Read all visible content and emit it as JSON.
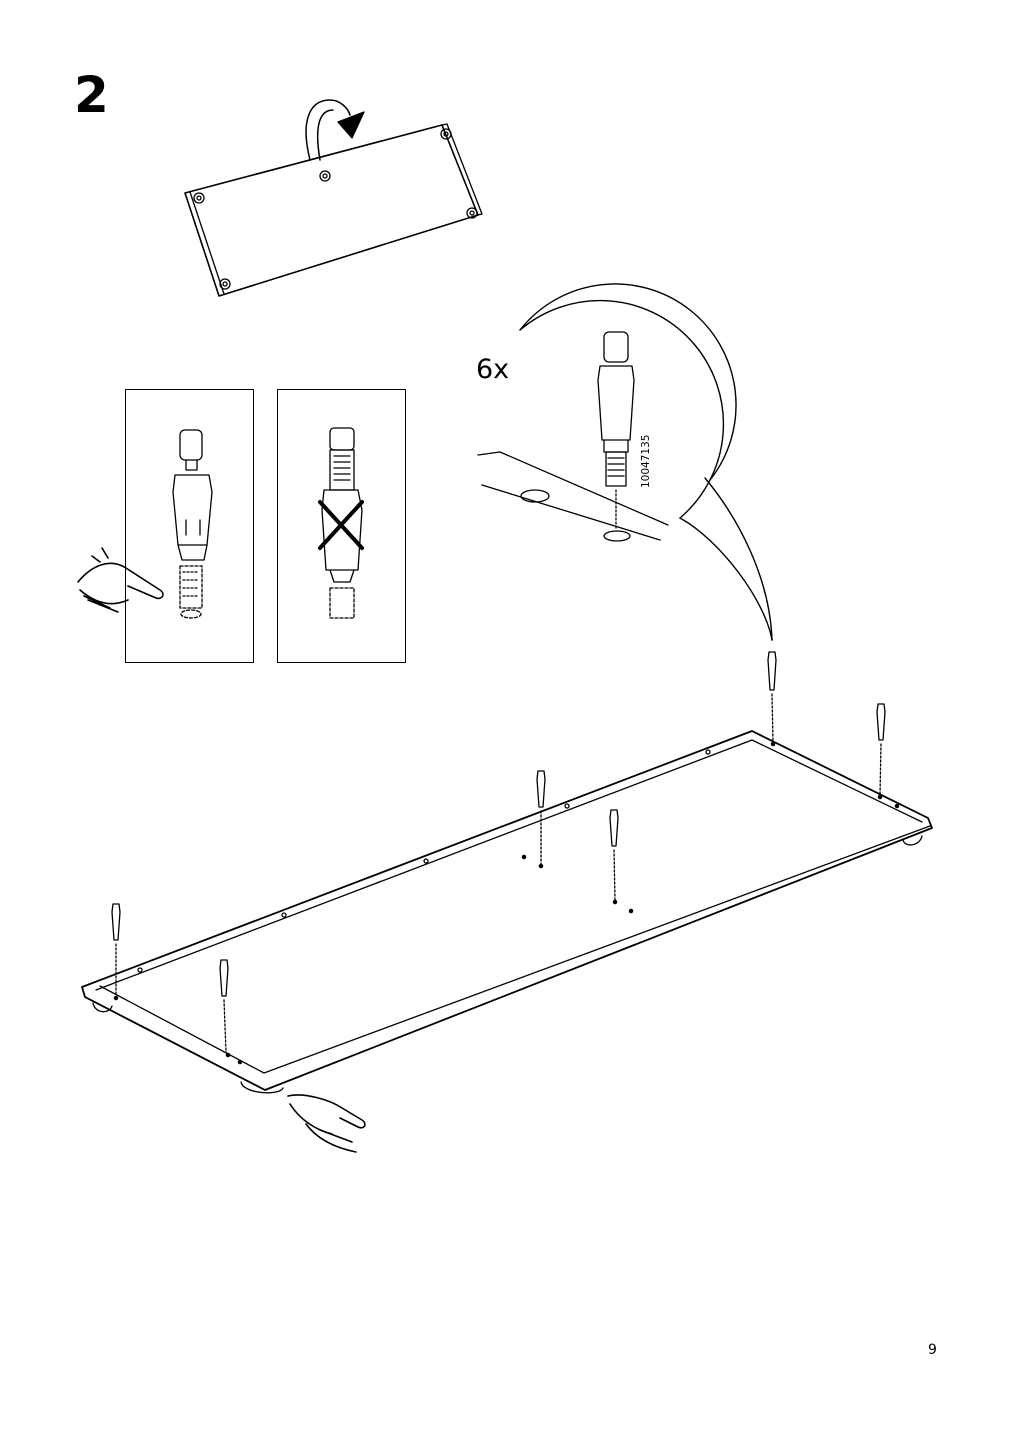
{
  "step": {
    "number": "2"
  },
  "detail": {
    "quantity": "6x",
    "part_number": "10047135"
  },
  "page": {
    "number": "9"
  },
  "icons": [
    "flip-arrow-icon",
    "pointing-hand-icon",
    "cross-mark-icon",
    "dowel-icon"
  ]
}
